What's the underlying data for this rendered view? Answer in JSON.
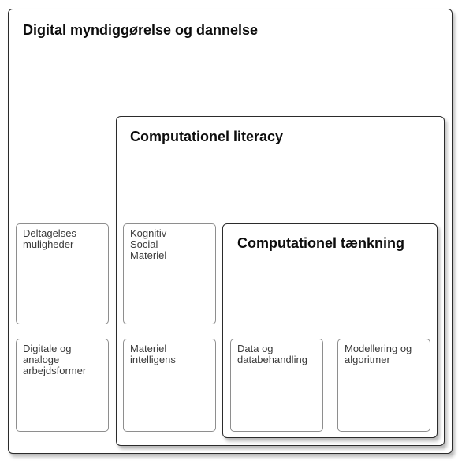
{
  "frames": {
    "outer": {
      "title": "Digital myndiggørelse og dannelse"
    },
    "middle": {
      "title": "Computationel literacy"
    },
    "inner": {
      "title": "Computationel tænkning"
    }
  },
  "cards": {
    "participation": "Deltagelses-\nmuligheder",
    "work_forms": "Digitale og\nanaloge\narbejdsformer",
    "kcm": "Kognitiv\nSocial\nMateriel",
    "material_intelligence": "Materiel\nintelligens",
    "data": "Data og\ndatabehandling",
    "modelling": "Modellering og\nalgoritmer"
  }
}
